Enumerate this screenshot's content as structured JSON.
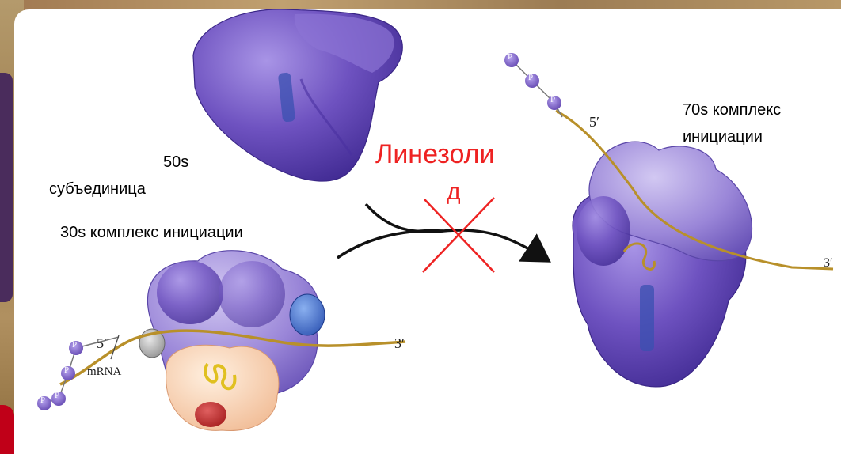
{
  "labels": {
    "subunit_50s_line1": "50s",
    "subunit_50s_line2": "субъединица",
    "complex_30s": "30s комплекс инициации",
    "complex_70s_line1": "70s комплекс",
    "complex_70s_line2": "инициации",
    "drug_part1": "Линезоли",
    "drug_part2": "д"
  },
  "figure_text": {
    "five_prime": "5′",
    "three_prime": "3′",
    "mrna": "mRNA",
    "phosphate": "P"
  },
  "colors": {
    "subunit_purple": "#6a4ab8",
    "subunit_light": "#9a86d8",
    "drug_red": "#ee2222",
    "mrna_gold": "#b8902a",
    "panel_purple": "#4a2c5c",
    "panel_red": "#c00018"
  }
}
